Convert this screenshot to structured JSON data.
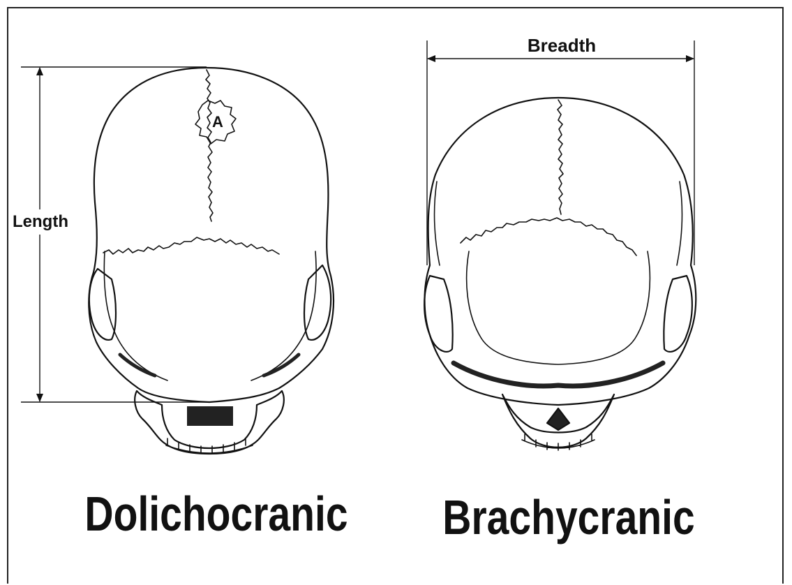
{
  "labels": {
    "length": "Length",
    "breadth": "Breadth",
    "point_a": "A"
  },
  "captions": {
    "left": "Dolichocranic",
    "right": "Brachycranic"
  },
  "colors": {
    "ink": "#111111",
    "background": "#ffffff"
  }
}
